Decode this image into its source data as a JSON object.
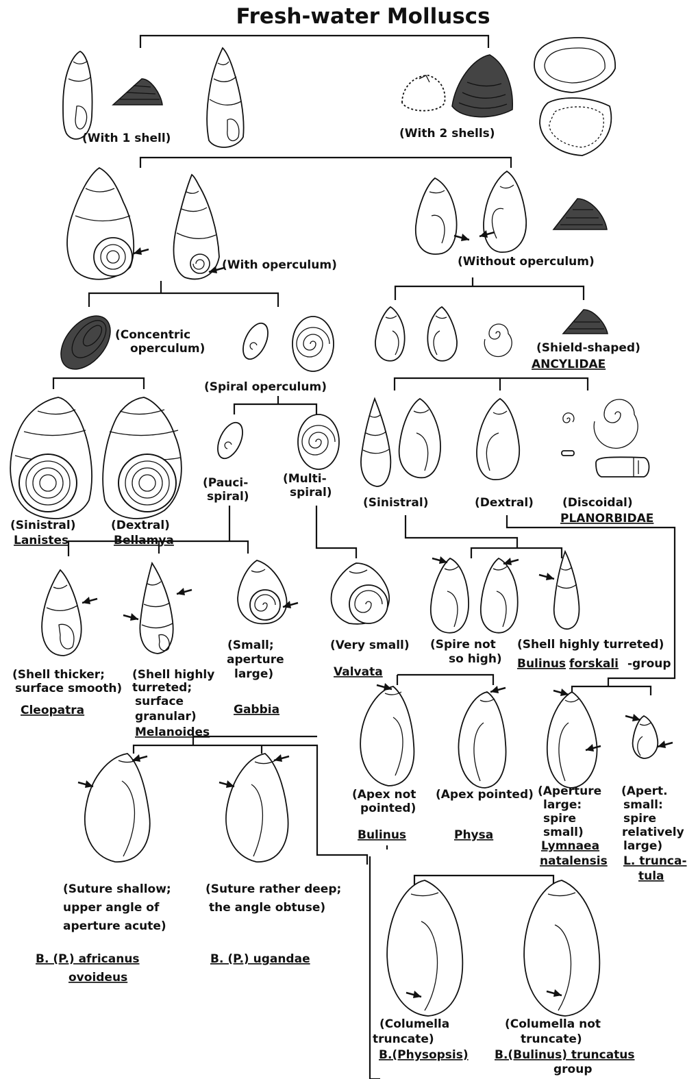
{
  "title": "Fresh-water Molluscs",
  "shell_count": {
    "one": "(With 1 shell)",
    "two": "(With 2 shells)"
  },
  "operculum": {
    "with": "(With operculum)",
    "without": "(Without operculum)",
    "concentric": [
      "(Concentric",
      "operculum)"
    ],
    "spiral": "(Spiral operculum)",
    "pauci": [
      "(Pauci-",
      "spiral)"
    ],
    "multi": [
      "(Multi-",
      "spiral)"
    ]
  },
  "concentric_taxa": {
    "sinistral": "(Sinistral)",
    "lanistes": "Lanistes",
    "dextral": "(Dextral)",
    "bellamya": "Bellamya"
  },
  "pauci_taxa": {
    "cleopatra_desc": [
      "(Shell thicker;",
      "surface smooth)"
    ],
    "cleopatra": "Cleopatra",
    "melanoides_desc": [
      "(Shell highly",
      "turreted;",
      "surface",
      "granular)"
    ],
    "melanoides": "Melanoides",
    "gabbia_desc": [
      "(Small;",
      "aperture",
      "large)"
    ],
    "gabbia": "Gabbia"
  },
  "multi_taxa": {
    "valvata_desc": "(Very small)",
    "valvata": "Valvata"
  },
  "without_groups": {
    "shield": "(Shield-shaped)",
    "ancylidae": "ANCYLIDAE",
    "sinistral": "(Sinistral)",
    "dextral": "(Dextral)",
    "discoidal": "(Discoidal)",
    "planorbidae": "PLANORBIDAE"
  },
  "sinistral_split": {
    "spire_not_high": [
      "(Spire not",
      "so high)"
    ],
    "highly_turreted": "(Shell highly turreted)",
    "forskali_a": "Bulinus",
    "forskali_b": "forskali",
    "forskali_c": "-group"
  },
  "apex": {
    "not_pointed": [
      "(Apex not",
      "pointed)"
    ],
    "bulinus": "Bulinus",
    "pointed": "(Apex pointed)",
    "physa": "Physa"
  },
  "lymnaea": {
    "large_desc": [
      "(Aperture",
      "large:",
      "spire",
      "small)"
    ],
    "natalensis": [
      "Lymnaea",
      "natalensis"
    ],
    "small_desc": [
      "(Apert.",
      "small:",
      "spire",
      "relatively",
      "large)"
    ],
    "truncatula": [
      "L. trunca-",
      "tula"
    ]
  },
  "suture": {
    "shallow": [
      "(Suture shallow;",
      "upper angle of",
      "aperture acute)"
    ],
    "africanus": [
      "B. (P.) africanus",
      "ovoideus"
    ],
    "deep": [
      "(Suture rather deep;",
      "the angle obtuse)"
    ],
    "ugandae": "B. (P.) ugandae"
  },
  "columella": {
    "truncate": [
      "(Columella",
      "truncate)"
    ],
    "physopsis": "B.(Physopsis)",
    "not_truncate": [
      "(Columella not",
      "truncate)"
    ],
    "truncatus": [
      "B.(Bulinus) truncatus",
      "group"
    ]
  }
}
